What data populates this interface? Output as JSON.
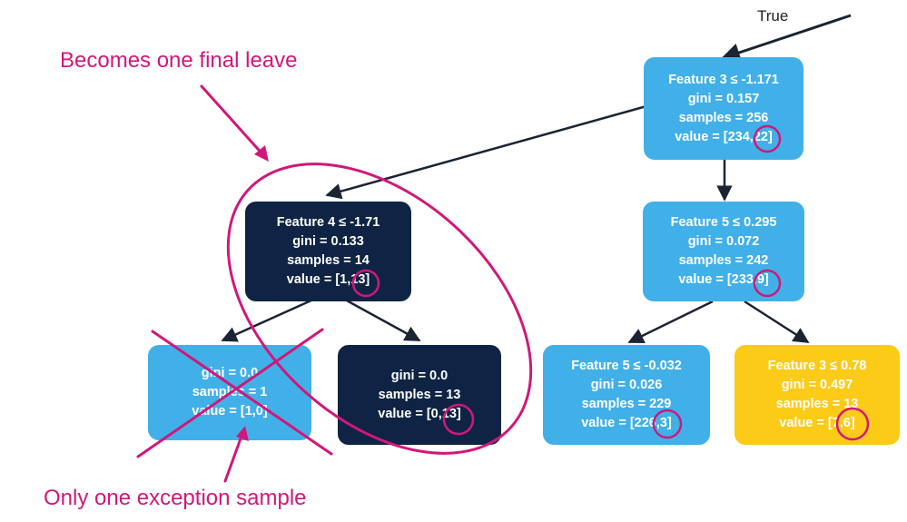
{
  "edge_label_true": "True",
  "annotations": {
    "top": "Becomes one final leave",
    "bottom": "Only one exception sample"
  },
  "nodes": {
    "root": {
      "lines": [
        "Feature 3 ≤ -1.171",
        "gini = 0.157",
        "samples = 256",
        "value = [234,22]"
      ]
    },
    "left": {
      "lines": [
        "Feature 4 ≤ -1.71",
        "gini = 0.133",
        "samples = 14",
        "value = [1,13]"
      ]
    },
    "right": {
      "lines": [
        "Feature 5 ≤ 0.295",
        "gini = 0.072",
        "samples = 242",
        "value = [233,9]"
      ]
    },
    "left_left": {
      "lines": [
        "gini = 0.0",
        "samples = 1",
        "value = [1,0]"
      ]
    },
    "left_right": {
      "lines": [
        "gini = 0.0",
        "samples = 13",
        "value = [0,13]"
      ]
    },
    "right_left": {
      "lines": [
        "Feature 5 ≤ -0.032",
        "gini = 0.026",
        "samples = 229",
        "value = [226,3]"
      ]
    },
    "right_right": {
      "lines": [
        "Feature 3 ≤ 0.78",
        "gini = 0.497",
        "samples = 13",
        "value = [7,6]"
      ]
    }
  },
  "colors": {
    "light_node": "#41b0e8",
    "dark_node": "#0f2444",
    "yellow_node": "#fccb18",
    "annotation": "#d0187a",
    "edge": "#1a2433"
  }
}
